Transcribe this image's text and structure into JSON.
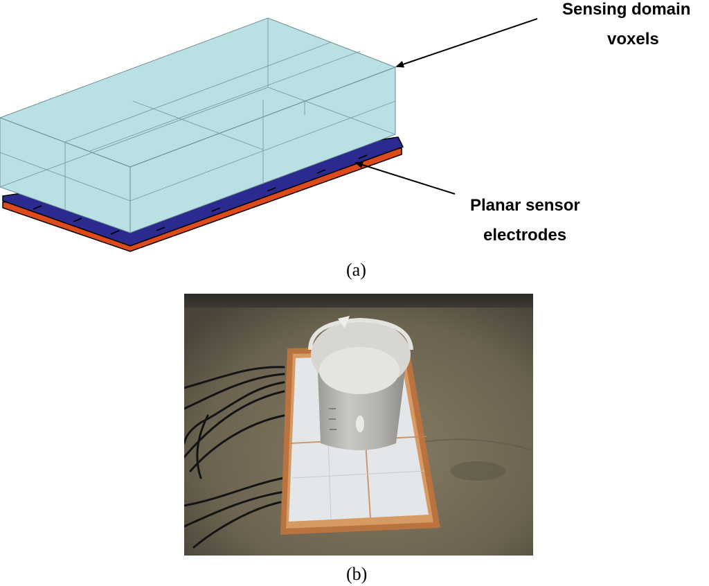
{
  "panel_a": {
    "label_sensing_line1": "Sensing domain",
    "label_sensing_line2": "voxels",
    "label_planar_line1": "Planar sensor",
    "label_planar_line2": "electrodes",
    "caption": "(a)",
    "colors": {
      "voxel_fill": "#b9e1e3",
      "electrode_top": "#2b2a8f",
      "electrode_bottom": "#dd4a1c"
    }
  },
  "panel_b": {
    "caption": "(b)",
    "colors": {
      "floor": "#6e6650",
      "copper_border": "#c07a45",
      "sensor_sheet": "#e4e7ea",
      "beaker": "#cfcfcb"
    }
  }
}
